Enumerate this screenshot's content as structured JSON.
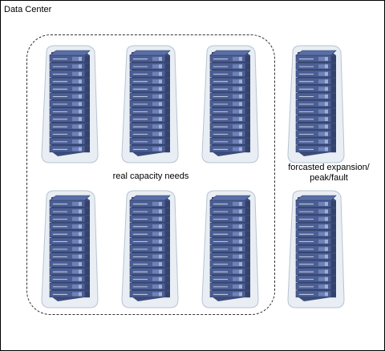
{
  "diagram": {
    "title": "Data Center",
    "group_label": "real capacity needs",
    "reserve_label_line1": "forcasted expansion/",
    "reserve_label_line2": "peak/fault"
  },
  "colors": {
    "rack_fill": "#4c5f94",
    "rack_stroke": "#2f3c66",
    "halo": "#e9eef4",
    "halo_stroke": "#b8c3d1"
  },
  "racks": {
    "real_capacity_count": 6,
    "reserve_count": 2,
    "units_per_rack": 13
  }
}
